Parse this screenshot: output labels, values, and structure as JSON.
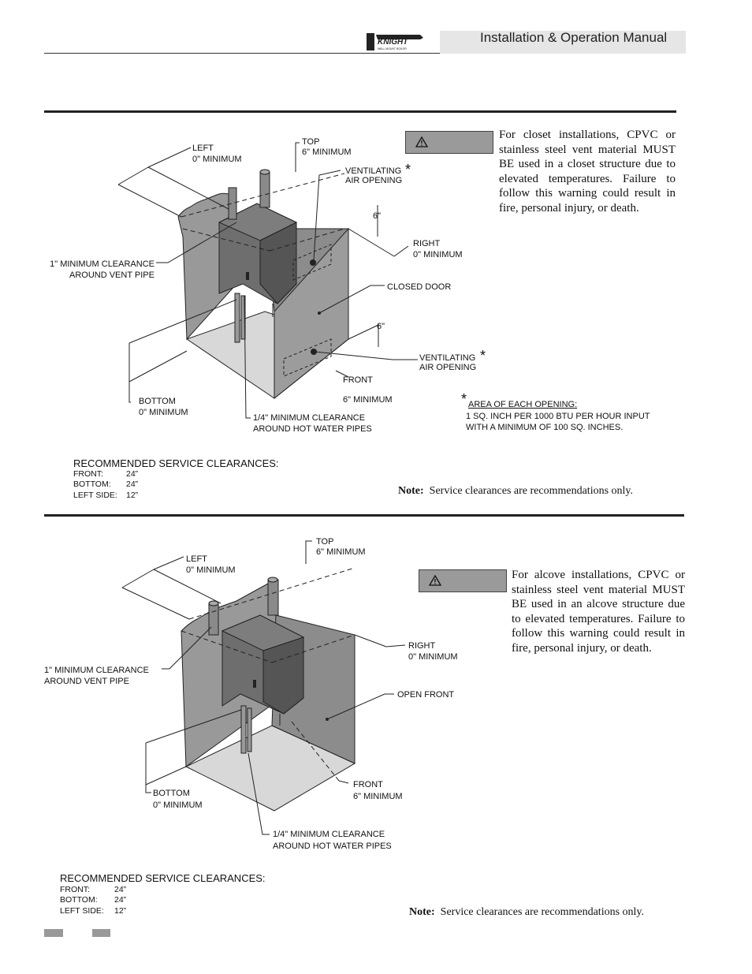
{
  "header": {
    "logo_text": "KNIGHT",
    "logo_subtext": "WALL MOUNT BOILER",
    "manual_title": "Installation & Operation Manual"
  },
  "closet": {
    "labels": {
      "left_a": "LEFT",
      "left_b": "0\" MINIMUM",
      "top_a": "TOP",
      "top_b": "6\" MINIMUM",
      "vent_a": "VENTILATING",
      "vent_b": "AIR OPENING",
      "six_top": "6\"",
      "right_a": "RIGHT",
      "right_b": "0\" MINIMUM",
      "vent_pipe_a": "1\" MINIMUM CLEARANCE",
      "vent_pipe_b": "AROUND VENT PIPE",
      "closed_door": "CLOSED DOOR",
      "six_bottom": "6\"",
      "vent2_a": "VENTILATING",
      "vent2_b": "AIR OPENING",
      "front": "FRONT",
      "front_min": "6\" MINIMUM",
      "bottom_a": "BOTTOM",
      "bottom_b": "0\" MINIMUM",
      "hot_a": "1/4\" MINIMUM CLEARANCE",
      "hot_b": "AROUND HOT WATER PIPES",
      "area_title": "AREA OF EACH OPENING:",
      "area_a": "1 SQ. INCH PER 1000 BTU PER HOUR INPUT",
      "area_b": "WITH A MINIMUM OF 100 SQ. INCHES."
    },
    "warning_text": "For closet installations, CPVC  or stainless steel vent material MUST BE used in a closet structure due to elevated temperatures.  Failure to follow this warning could result in fire, personal injury, or death.",
    "service": {
      "title": "RECOMMENDED SERVICE CLEARANCES:",
      "rows": [
        {
          "label": "FRONT:",
          "value": "24”"
        },
        {
          "label": "BOTTOM:",
          "value": "24”"
        },
        {
          "label": "LEFT SIDE:",
          "value": "12”"
        }
      ]
    },
    "note_label": "Note:",
    "note_text": "Service clearances are recommendations only."
  },
  "alcove": {
    "labels": {
      "top_a": "TOP",
      "top_b": "6\" MINIMUM",
      "left_a": "LEFT",
      "left_b": "0\" MINIMUM",
      "right_a": "RIGHT",
      "right_b": "0\" MINIMUM",
      "vent_pipe_a": "1\" MINIMUM CLEARANCE",
      "vent_pipe_b": "AROUND VENT PIPE",
      "open_front": "OPEN FRONT",
      "bottom_a": "BOTTOM",
      "bottom_b": "0\" MINIMUM",
      "front_a": "FRONT",
      "front_b": "6\" MINIMUM",
      "hot_a": "1/4\" MINIMUM CLEARANCE",
      "hot_b": "AROUND HOT WATER PIPES"
    },
    "warning_text": "For alcove installations, CPVC  or stainless steel vent material MUST BE used in an alcove structure due to elevated temperatures.  Failure to follow this warning could result in fire, personal injury, or death.",
    "service": {
      "title": "RECOMMENDED SERVICE CLEARANCES:",
      "rows": [
        {
          "label": "FRONT:",
          "value": "24”"
        },
        {
          "label": "BOTTOM:",
          "value": "24”"
        },
        {
          "label": "LEFT SIDE:",
          "value": "12”"
        }
      ]
    },
    "note_label": "Note:",
    "note_text": "Service clearances are recommendations only."
  },
  "icons": {
    "warning": "warning-triangle-icon",
    "asterisk": "asterisk-icon"
  }
}
